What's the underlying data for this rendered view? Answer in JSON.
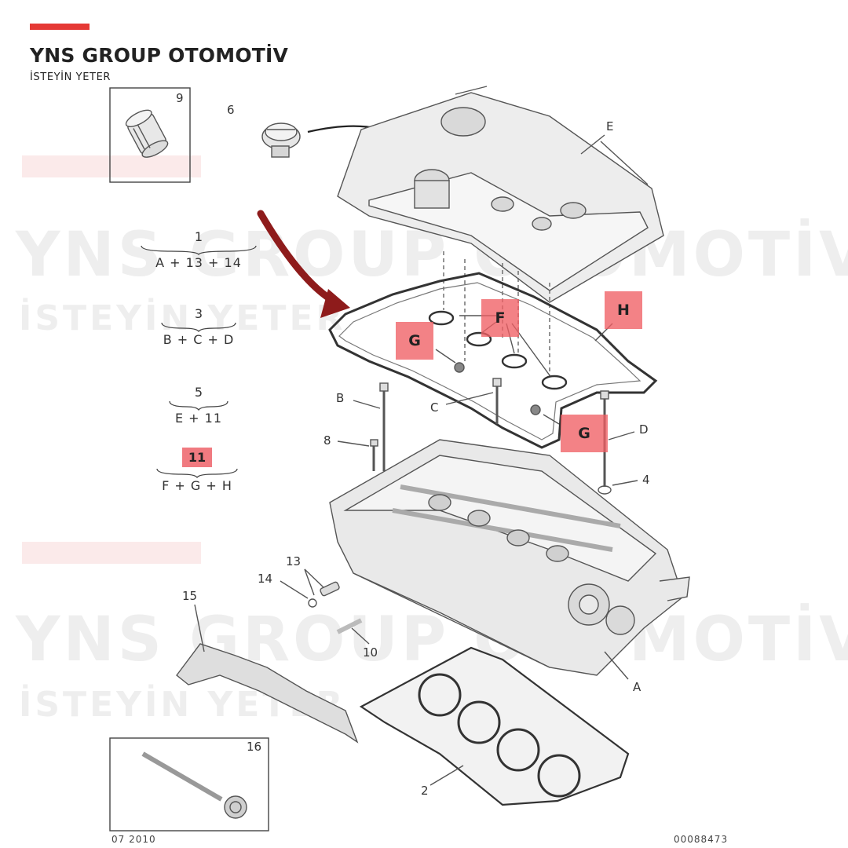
{
  "brand": {
    "name": "YNS GROUP OTOMOTİV",
    "tagline": "İSTEYİN YETER",
    "accent": "#e53935",
    "highlight": "#f05f64"
  },
  "watermark": {
    "line1": "YNS GROUP OTOMOTİV",
    "line2": "İSTEYİN YETER"
  },
  "formulas": [
    {
      "id": "1",
      "parts": "A + 13 + 14"
    },
    {
      "id": "3",
      "parts": "B + C + D"
    },
    {
      "id": "5",
      "parts": "E + 11"
    },
    {
      "id": "11",
      "parts": "F + G + H"
    }
  ],
  "callouts": {
    "c2": "2",
    "c4": "4",
    "c6": "6",
    "c8": "8",
    "c9": "9",
    "c10": "10",
    "c13": "13",
    "c14": "14",
    "c15": "15",
    "c16": "16",
    "cA": "A",
    "cB": "B",
    "cC": "C",
    "cD": "D",
    "cE": "E"
  },
  "highlights": {
    "F": "F",
    "G1": "G",
    "G2": "G",
    "H": "H"
  },
  "footer": {
    "date": "07 2010",
    "ref": "00088473"
  },
  "icons": [
    "curved-arrow-icon"
  ]
}
